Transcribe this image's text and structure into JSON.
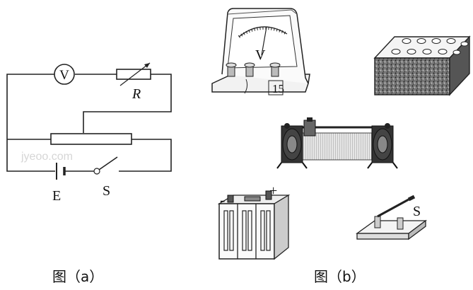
{
  "figure_a": {
    "voltmeter_label": "V",
    "resistor_label": "R",
    "battery_label": "E",
    "switch_label": "S",
    "caption": "图（a）"
  },
  "figure_b": {
    "voltmeter_label": "V",
    "meter_terminal_label": "15",
    "battery_minus_label": "-",
    "battery_plus_label": "+",
    "switch_label": "S",
    "caption": "图（b）"
  },
  "watermark": "jyeoo.com"
}
